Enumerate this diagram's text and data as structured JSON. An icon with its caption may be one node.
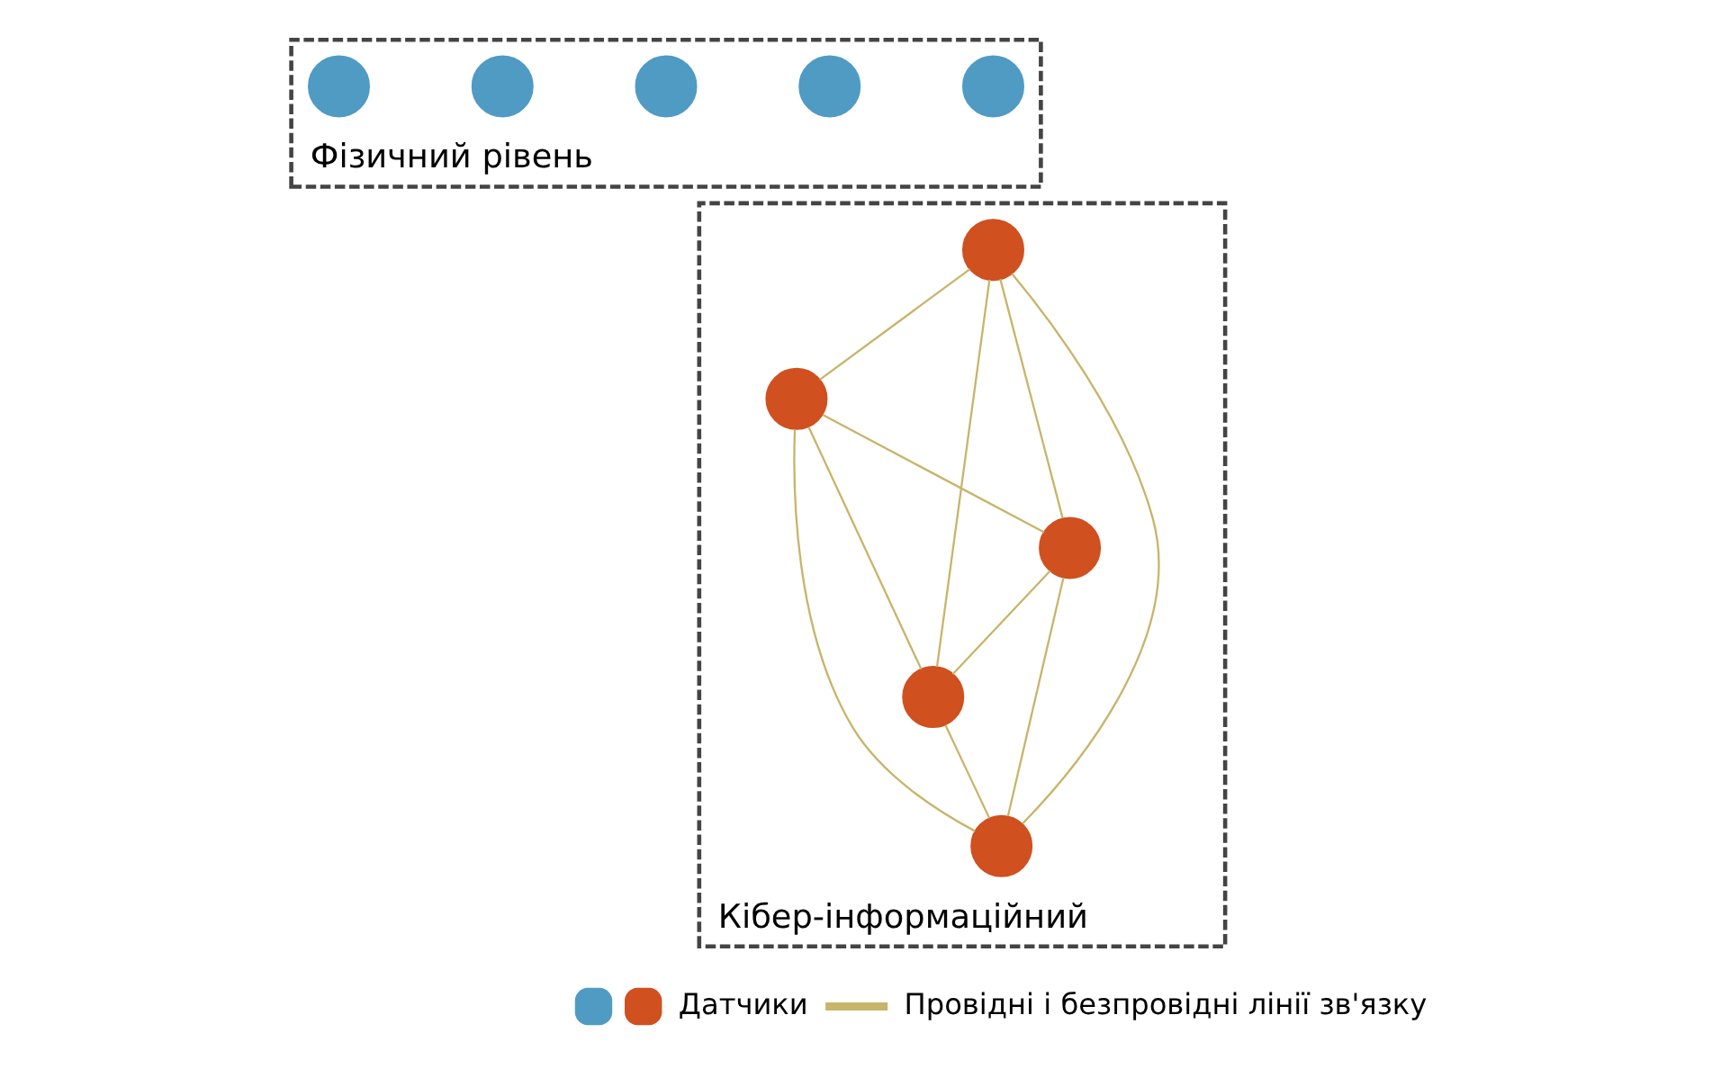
{
  "diagram": {
    "nodes": [
      {
        "text": [
          "Фізичний рівень"
        ]
      },
      {
        "text": [],
        "shape": "circle",
        "in": 0
      },
      {
        "text": [],
        "shape": "circle",
        "in": 0
      },
      {
        "text": [],
        "shape": "circle",
        "in": 0
      },
      {
        "text": [],
        "shape": "circle",
        "in": 0
      },
      {
        "text": [],
        "shape": "circle",
        "in": 0
      },
      {
        "text": [
          "Кібер-інформаційний"
        ]
      },
      {
        "text": [],
        "shape": "circle",
        "in": 6
      },
      {
        "text": [],
        "shape": "circle",
        "in": 6
      },
      {
        "text": [],
        "shape": "circle",
        "in": 6
      },
      {
        "text": [],
        "shape": "circle",
        "in": 6
      },
      {
        "text": [],
        "shape": "circle",
        "in": 6
      }
    ],
    "edges": [
      {
        "from": 7,
        "to": 8,
        "arrow": "none"
      },
      {
        "from": 7,
        "to": 9,
        "arrow": "none"
      },
      {
        "from": 7,
        "to": 10,
        "arrow": "none"
      },
      {
        "from": 7,
        "to": 11,
        "arrow": "none"
      },
      {
        "from": 8,
        "to": 9,
        "arrow": "none"
      },
      {
        "from": 8,
        "to": 10,
        "arrow": "none"
      },
      {
        "from": 8,
        "to": 11,
        "arrow": "none"
      },
      {
        "from": 9,
        "to": 10,
        "arrow": "none"
      },
      {
        "from": 9,
        "to": 11,
        "arrow": "none"
      },
      {
        "from": 10,
        "to": 11,
        "arrow": "none"
      }
    ],
    "legend": [
      {
        "text": "Датчики"
      },
      {
        "text": "Провідні і безпровідні лінії зв'язку"
      }
    ]
  }
}
